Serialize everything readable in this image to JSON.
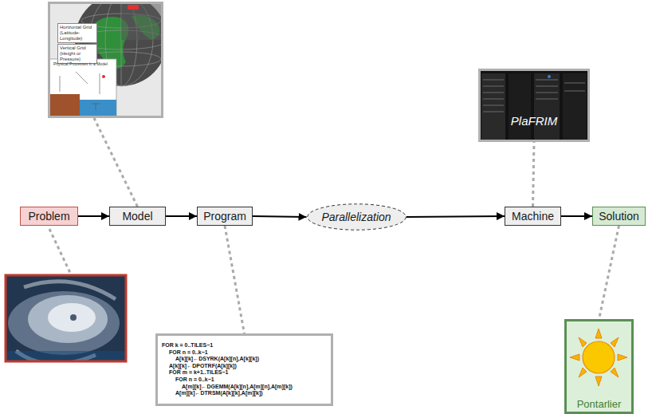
{
  "diagram": {
    "nodes": [
      {
        "text": [
          "Horizontal Grid (Latitude-Longitude)",
          "Vertical Grid (Height or Pressure)",
          "Physical Processes in a Model"
        ]
      },
      {
        "text": [
          "PlaFRIM"
        ]
      },
      {
        "text": [
          "Problem"
        ]
      },
      {
        "text": [
          "Model"
        ]
      },
      {
        "text": [
          "Program"
        ]
      },
      {
        "text": [
          "Parallelization"
        ]
      },
      {
        "text": [
          "Machine"
        ]
      },
      {
        "text": [
          "Solution"
        ]
      },
      {
        "text": [
          "FOR k = 0..TILES−1",
          "FOR n = 0..k−1",
          "A[k][k]←DSYRK(A[k][n],A[k][k])",
          "A[k][k]←DPOTRF(A[k][k])",
          "FOR m = k+1..TILES−1",
          "FOR n = 0..k−1",
          "A[m][k]←DGEMM(A[k][n],A[m][n],A[m][k])",
          "A[m][k]←DTRSM(A[k][k],A[m][k])"
        ]
      },
      {
        "text": [
          "Pontarlier"
        ]
      }
    ],
    "edges": [
      {
        "from": 2,
        "to": 3,
        "arrow": "to"
      },
      {
        "from": 3,
        "to": 4,
        "arrow": "to"
      },
      {
        "from": 4,
        "to": 5,
        "arrow": "to"
      },
      {
        "from": 5,
        "to": 6,
        "arrow": "to"
      },
      {
        "from": 6,
        "to": 7,
        "arrow": "to"
      },
      {
        "from": 3,
        "to": 0,
        "arrow": "none"
      },
      {
        "from": 4,
        "to": 8,
        "arrow": "none"
      },
      {
        "from": 6,
        "to": 1,
        "arrow": "none"
      },
      {
        "from": 7,
        "to": 9,
        "arrow": "none"
      }
    ]
  }
}
